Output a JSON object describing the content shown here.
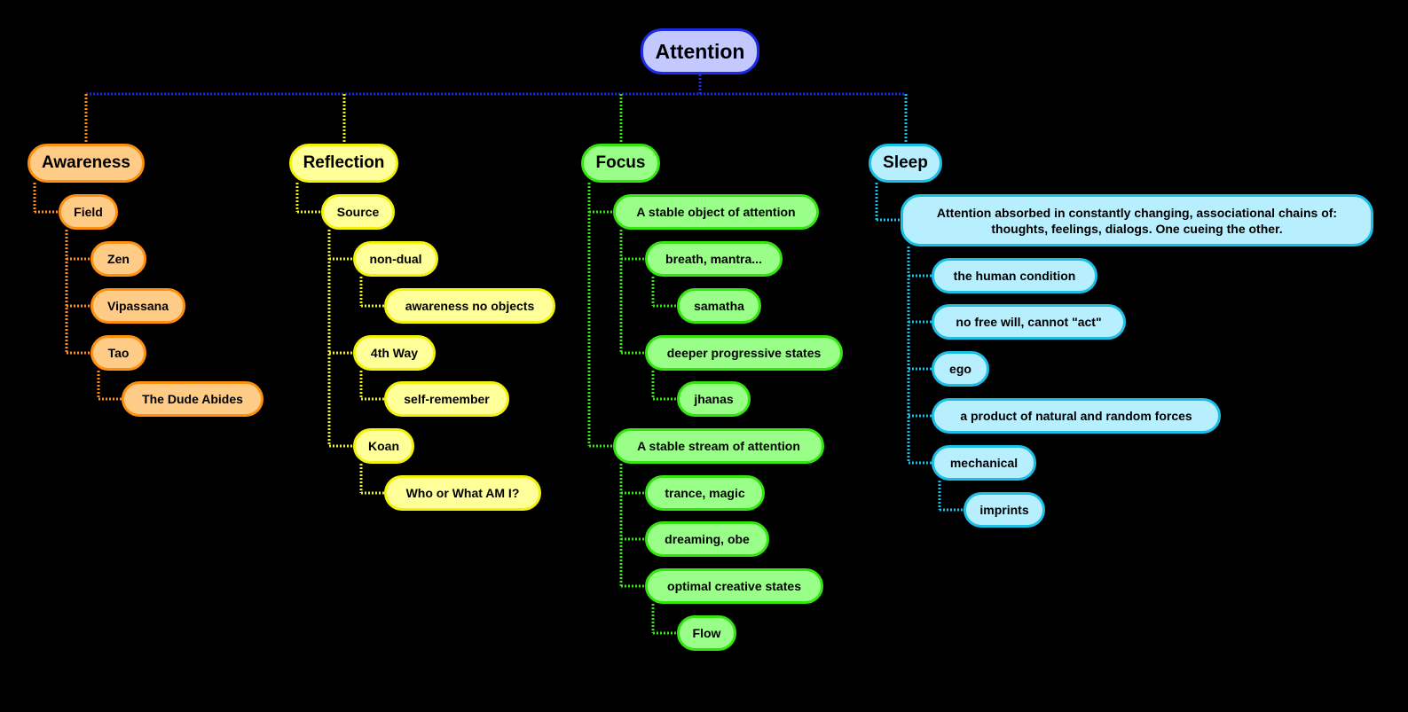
{
  "colors": {
    "root": "#1e2be6",
    "awareness": "#ff8f0f",
    "reflection": "#f2f20d",
    "focus": "#33e60f",
    "sleep": "#1ac0e6"
  },
  "root": {
    "label": "Attention"
  },
  "branches": {
    "awareness": {
      "label": "Awareness",
      "field": "Field",
      "zen": "Zen",
      "vipassana": "Vipassana",
      "tao": "Tao",
      "dude": "The Dude Abides"
    },
    "reflection": {
      "label": "Reflection",
      "source": "Source",
      "nondual": "non-dual",
      "awareness_no_objects": "awareness no objects",
      "fourth_way": "4th Way",
      "self_remember": "self-remember",
      "koan": "Koan",
      "who_am_i": "Who or What AM I?"
    },
    "focus": {
      "label": "Focus",
      "stable_object": "A stable object of attention",
      "breath": "breath, mantra...",
      "samatha": "samatha",
      "deeper": "deeper progressive states",
      "jhanas": "jhanas",
      "stable_stream": "A stable stream of attention",
      "trance": "trance, magic",
      "dreaming": "dreaming, obe",
      "optimal": "optimal creative states",
      "flow": "Flow"
    },
    "sleep": {
      "label": "Sleep",
      "absorbed": "Attention absorbed in constantly changing, associational chains of: thoughts, feelings, dialogs. One cueing the other.",
      "human_condition": "the human condition",
      "no_free_will": "no free will, cannot \"act\"",
      "ego": "ego",
      "product": "a product of natural and random forces",
      "mechanical": "mechanical",
      "imprints": "imprints"
    }
  }
}
